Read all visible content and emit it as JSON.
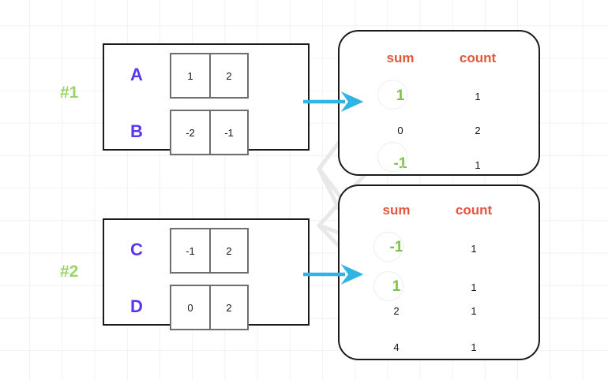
{
  "palette": {
    "group_letter": "#5b35ef",
    "step_tag": "#9ad466",
    "header": "#e8533c",
    "highlight_value": "#7cc24a",
    "arrow": "#2fb4e4",
    "link_line": "#e8e8e8",
    "panel_border": "#1a1a1a",
    "cell_border": "#6e6e6e",
    "grid": "#f2f2f2"
  },
  "steps": [
    {
      "id": "step-1",
      "tag": "#1"
    },
    {
      "id": "step-2",
      "tag": "#2"
    }
  ],
  "groups": [
    {
      "id": "group-1",
      "step_tag": "#1",
      "rows": [
        {
          "letter": "A",
          "cells": [
            "1",
            "2"
          ]
        },
        {
          "letter": "B",
          "cells": [
            "-2",
            "-1"
          ]
        }
      ]
    },
    {
      "id": "group-2",
      "step_tag": "#2",
      "rows": [
        {
          "letter": "C",
          "cells": [
            "-1",
            "2"
          ]
        },
        {
          "letter": "D",
          "cells": [
            "0",
            "2"
          ]
        }
      ]
    }
  ],
  "results": [
    {
      "id": "result-1",
      "headers": {
        "sum": "sum",
        "count": "count"
      },
      "rows": [
        {
          "sum": "1",
          "count": "1",
          "highlight": true
        },
        {
          "sum": "0",
          "count": "2",
          "highlight": false
        },
        {
          "sum": "-1",
          "count": "1",
          "highlight": true
        }
      ]
    },
    {
      "id": "result-2",
      "headers": {
        "sum": "sum",
        "count": "count"
      },
      "rows": [
        {
          "sum": "-1",
          "count": "1",
          "highlight": true
        },
        {
          "sum": "1",
          "count": "1",
          "highlight": true
        },
        {
          "sum": "2",
          "count": "1",
          "highlight": false
        },
        {
          "sum": "4",
          "count": "1",
          "highlight": false
        }
      ]
    }
  ],
  "icons": {
    "arrow_right": "arrow-right-icon",
    "link_line": "link-line-icon"
  }
}
